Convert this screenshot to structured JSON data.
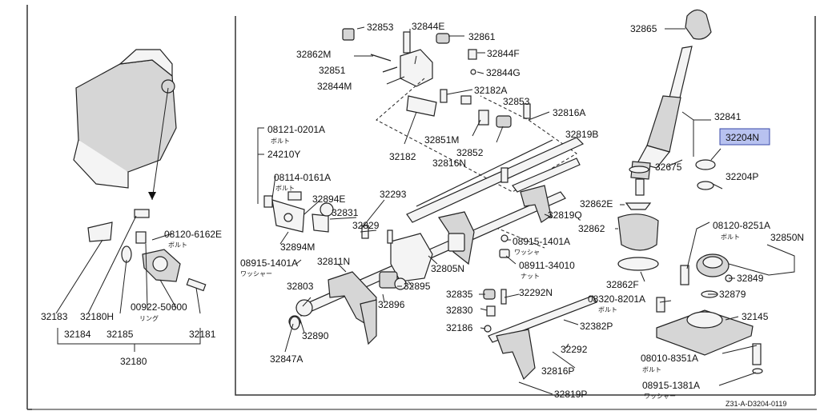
{
  "diagram": {
    "code": "Z31-A-D3204-0119",
    "left_group": {
      "parts": [
        "08120-6162E",
        "32183",
        "32180H",
        "00922-50600",
        "32184",
        "32185",
        "32181",
        "32180"
      ],
      "notes": {
        "bolt": "ボルト",
        "ring": "リング"
      }
    },
    "main_group": {
      "parts": [
        "32853",
        "32844E",
        "32861",
        "32862M",
        "32844F",
        "32851",
        "32844G",
        "32844M",
        "32182A",
        "32853",
        "32816A",
        "32851M",
        "32852",
        "32182",
        "32819B",
        "08121-0201A",
        "24210Y",
        "08114-0161A",
        "32816N",
        "32894E",
        "32293",
        "32831",
        "32829",
        "32819Q",
        "32894M",
        "08915-1401A",
        "08911-34010",
        "08915-1401A",
        "32811N",
        "32805N",
        "32803",
        "32895",
        "32896",
        "32890",
        "32835",
        "32292N",
        "32830",
        "32186",
        "32382P",
        "32292",
        "32847A",
        "32816P",
        "32819P"
      ],
      "notes": {
        "bolt": "ボルト",
        "washer": "ワッシャー",
        "washer2": "ワッシャ",
        "nut": "ナット"
      }
    },
    "right_group": {
      "parts": [
        "32865",
        "32841",
        "32204N",
        "32675",
        "32204P",
        "32862E",
        "32862",
        "08120-8251A",
        "32850N",
        "32849",
        "32862F",
        "32879",
        "08320-8201A",
        "32145",
        "08010-8351A",
        "08915-1381A"
      ],
      "highlight": "32204N",
      "notes": {
        "bolt": "ボルト",
        "washer": "ワッシャー"
      }
    }
  }
}
